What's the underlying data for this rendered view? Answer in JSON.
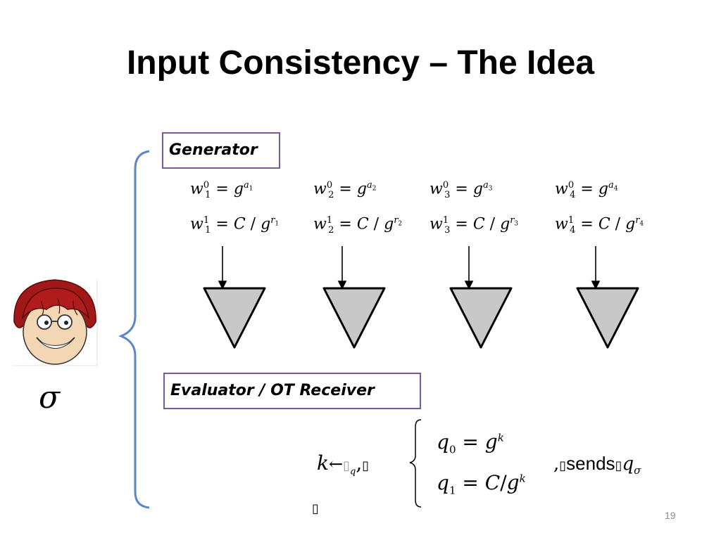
{
  "slide": {
    "title": "Input Consistency – The Idea",
    "page_number": "19",
    "party_symbol": "σ"
  },
  "generator": {
    "label": "Generator",
    "equations": [
      {
        "w0_base": "w",
        "w0_sub": "1",
        "w0_sup": "0",
        "g": "g",
        "a": "a",
        "a_sub": "1",
        "w1_base": "w",
        "w1_sub": "1",
        "w1_sup": "1",
        "C": "C",
        "r": "r",
        "r_sub": "1"
      },
      {
        "w0_base": "w",
        "w0_sub": "2",
        "w0_sup": "0",
        "g": "g",
        "a": "a",
        "a_sub": "2",
        "w1_base": "w",
        "w1_sub": "2",
        "w1_sup": "1",
        "C": "C",
        "r": "r",
        "r_sub": "2"
      },
      {
        "w0_base": "w",
        "w0_sub": "3",
        "w0_sup": "0",
        "g": "g",
        "a": "a",
        "a_sub": "3",
        "w1_base": "w",
        "w1_sub": "3",
        "w1_sup": "1",
        "C": "C",
        "r": "r",
        "r_sub": "3"
      },
      {
        "w0_base": "w",
        "w0_sub": "4",
        "w0_sup": "0",
        "g": "g",
        "a": "a",
        "a_sub": "4",
        "w1_base": "w",
        "w1_sub": "4",
        "w1_sup": "1",
        "C": "C",
        "r": "r",
        "r_sub": "4"
      }
    ]
  },
  "evaluator": {
    "label": "Evaluator / OT Receiver",
    "k": "k",
    "arrow": "←",
    "missing_glyph": "▯",
    "sub_q": "q",
    "comma": ",",
    "q0": "q",
    "q0_sub": "0",
    "q0_eq": "=",
    "q0_g": "g",
    "q0_exp": "k",
    "q1": "q",
    "q1_sub": "1",
    "q1_eq": "=",
    "q1_C": "C",
    "q1_slash": "/",
    "q1_g": "g",
    "q1_exp": "k",
    "sends_text": "sends",
    "q_sigma": "q",
    "sigma_sub": "σ"
  },
  "colors": {
    "box_border": "#7b5a9e",
    "brace": "#5b87c5",
    "gate_fill": "#c8c8c8",
    "gate_stroke": "#000000"
  },
  "icons": {
    "avatar": "cartoon-face-avatar"
  }
}
